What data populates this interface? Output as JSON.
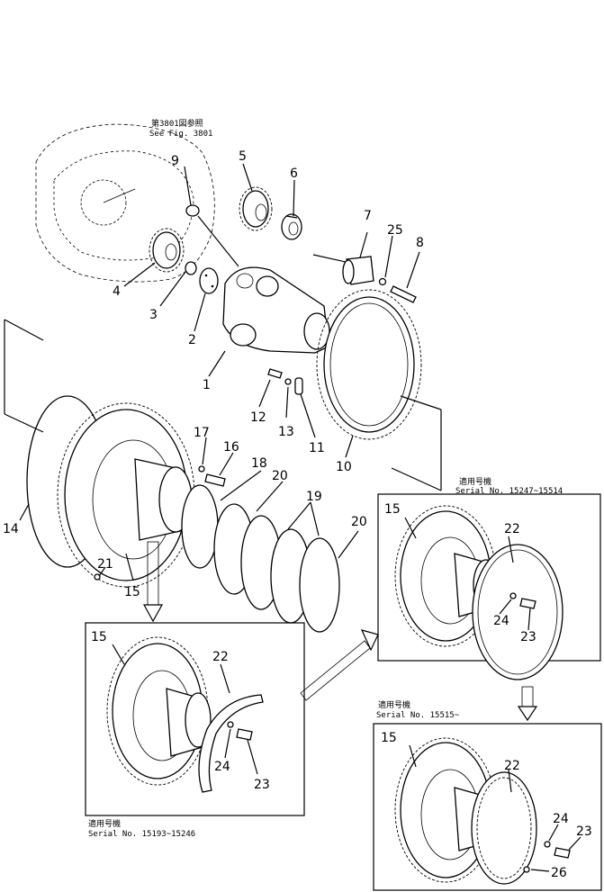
{
  "reference": {
    "jp": "第3801図参照",
    "en": "See Fig. 3801"
  },
  "serials": {
    "main_right": {
      "jp": "適用号機",
      "en": "Serial No. 15247~15514"
    },
    "lower_left": {
      "jp": "適用号機",
      "en": "Serial No. 15193~15246"
    },
    "lower_right": {
      "jp": "適用号機",
      "en": "Serial No. 15515~"
    }
  },
  "callouts": [
    "1",
    "2",
    "3",
    "4",
    "5",
    "6",
    "7",
    "8",
    "9",
    "10",
    "11",
    "12",
    "13",
    "14",
    "15",
    "16",
    "17",
    "18",
    "19",
    "20",
    "21",
    "22",
    "23",
    "24",
    "25",
    "26"
  ],
  "labels": {
    "n1": "1",
    "n2": "2",
    "n3": "3",
    "n4": "4",
    "n5": "5",
    "n6": "6",
    "n7": "7",
    "n8": "8",
    "n9": "9",
    "n10": "10",
    "n11": "11",
    "n12": "12",
    "n13": "13",
    "n14": "14",
    "n15": "15",
    "n16": "16",
    "n17": "17",
    "n18": "18",
    "n19": "19",
    "n20": "20",
    "n21": "21",
    "n22": "22",
    "n23": "23",
    "n24": "24",
    "n25": "25",
    "n26": "26"
  }
}
